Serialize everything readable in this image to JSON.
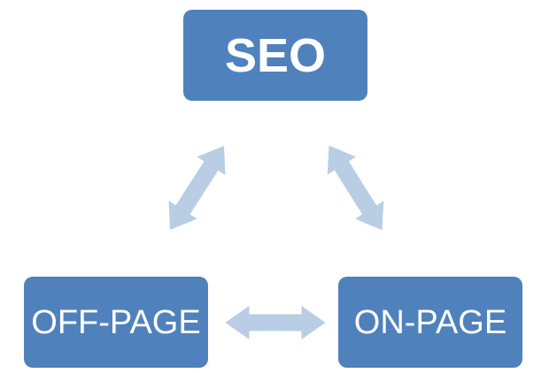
{
  "diagram": {
    "type": "triangle-cycle",
    "nodes": [
      {
        "id": "seo",
        "label": "SEO"
      },
      {
        "id": "off-page",
        "label": "OFF-PAGE"
      },
      {
        "id": "on-page",
        "label": "ON-PAGE"
      }
    ],
    "connections": [
      {
        "from": "seo",
        "to": "off-page",
        "bidirectional": true
      },
      {
        "from": "seo",
        "to": "on-page",
        "bidirectional": true
      },
      {
        "from": "off-page",
        "to": "on-page",
        "bidirectional": true
      }
    ],
    "colors": {
      "node_fill": "#4F81BD",
      "node_text": "#FFFFFF",
      "arrow_fill": "#B9CDE5",
      "background": "#FFFFFF"
    }
  }
}
